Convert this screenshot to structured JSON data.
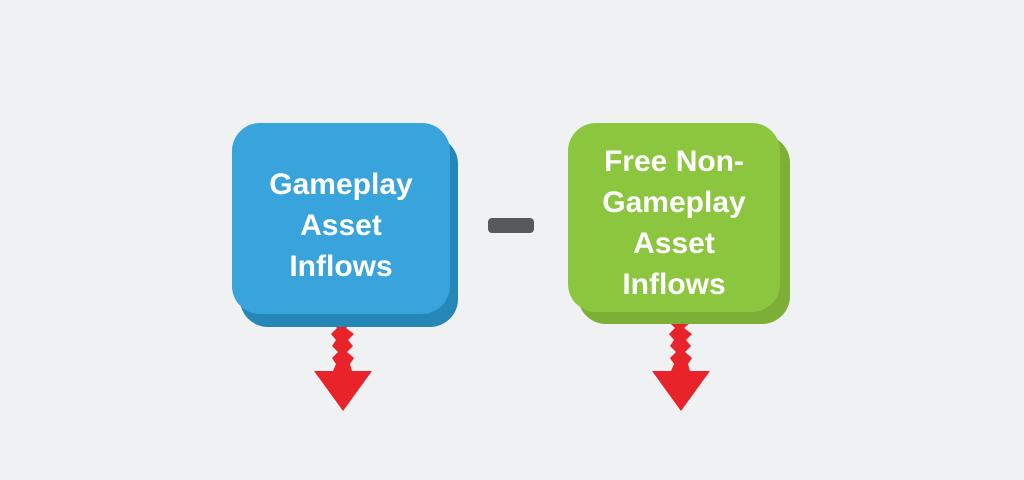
{
  "background_color": "#F0F1F3",
  "diagram": {
    "left_box": {
      "label": "Gameplay Asset Inflows",
      "lines": [
        "Gameplay",
        "Asset",
        "Inflows"
      ],
      "fill_color": "#39A3DB",
      "shadow_color": "#2487B7",
      "text_color": "#FFFFFF"
    },
    "operator": {
      "name": "minus",
      "symbol": "−",
      "color": "#58595B"
    },
    "right_box": {
      "label": "Free Non-Gameplay Asset Inflows",
      "lines": [
        "Free Non-",
        "Gameplay",
        "Asset",
        "Inflows"
      ],
      "fill_color": "#8CC63F",
      "shadow_color": "#7BAF35",
      "text_color": "#FFFFFF"
    },
    "arrows": {
      "direction": "down",
      "style": "rough-textured stem with solid triangular head",
      "color": "#E8242A",
      "count": 2
    }
  }
}
